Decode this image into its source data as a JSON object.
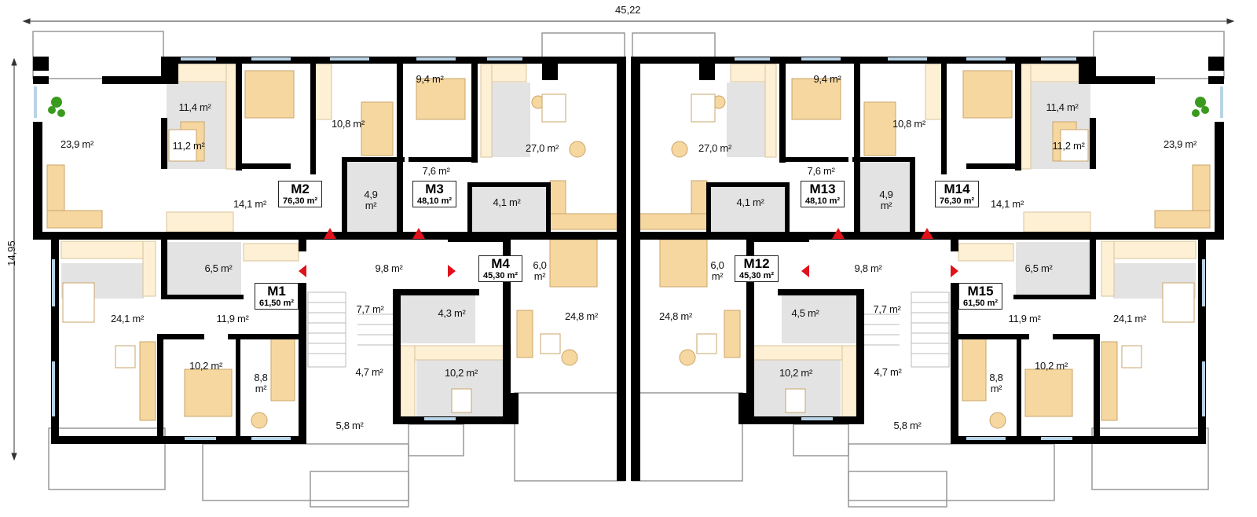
{
  "dimensions": {
    "width": "45,22",
    "depth": "14,95"
  },
  "colors": {
    "wall": "#000000",
    "furniture": "#f6d7a0",
    "wet_room": "#e3e3e3",
    "entrance_marker": "#e0111b"
  },
  "units": [
    {
      "name": "M1",
      "area": "61,50 m²"
    },
    {
      "name": "M2",
      "area": "76,30 m²"
    },
    {
      "name": "M3",
      "area": "48,10 m²"
    },
    {
      "name": "M4",
      "area": "45,30 m²"
    },
    {
      "name": "M12",
      "area": "45,30 m²"
    },
    {
      "name": "M13",
      "area": "48,10 m²"
    },
    {
      "name": "M14",
      "area": "76,30 m²"
    },
    {
      "name": "M15",
      "area": "61,50 m²"
    }
  ],
  "rooms": [
    "23,9 m²",
    "11,4 m²",
    "11,2 m²",
    "10,8 m²",
    "9,4 m²",
    "27,0 m²",
    "7,6 m²",
    "14,1 m²",
    "4,9\nm²",
    "4,1 m²",
    "6,5 m²",
    "9,8 m²",
    "6,0\nm²",
    "24,1 m²",
    "11,9 m²",
    "7,7 m²",
    "4,3 m²",
    "24,8 m²",
    "10,2 m²",
    "8,8\nm²",
    "4,7 m²",
    "10,2 m²",
    "5,8 m²",
    "23,9 m²",
    "11,4 m²",
    "11,2 m²",
    "10,8 m²",
    "9,4 m²",
    "27,0 m²",
    "7,6 m²",
    "14,1 m²",
    "4,9\nm²",
    "4,1 m²",
    "6,5 m²",
    "9,8 m²",
    "6,0\nm²",
    "24,1 m²",
    "11,9 m²",
    "7,7 m²",
    "4,5 m²",
    "24,8 m²",
    "10,2 m²",
    "8,8\nm²",
    "4,7 m²",
    "10,2 m²",
    "5,8 m²"
  ]
}
